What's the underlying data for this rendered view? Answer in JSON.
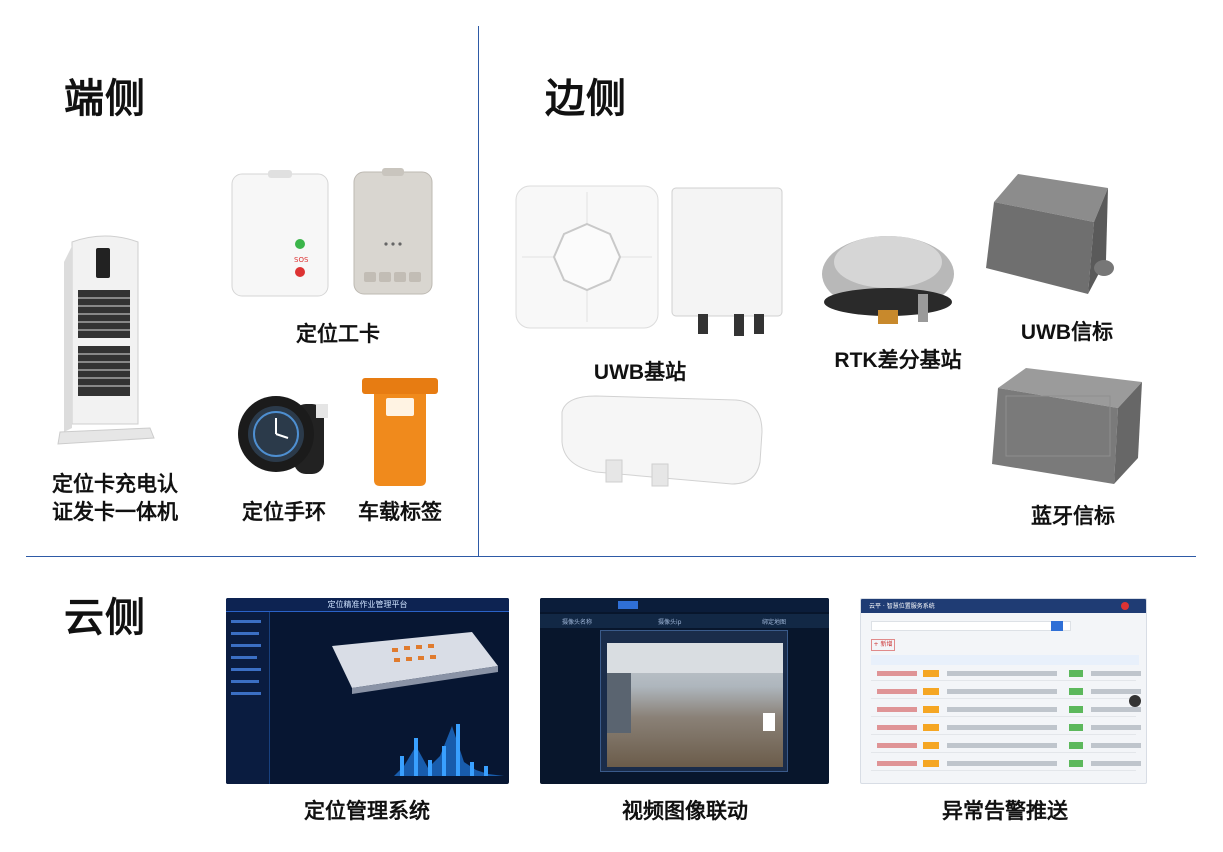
{
  "sections": {
    "terminal": "端侧",
    "edge": "边侧",
    "cloud": "云侧"
  },
  "terminal": {
    "charger_label_line1": "定位卡充电认",
    "charger_label_line2": "证发卡一体机",
    "work_card_label": "定位工卡",
    "bracelet_label": "定位手环",
    "vehicle_tag_label": "车载标签",
    "sos_text": "SOS"
  },
  "edge": {
    "uwb_station_label": "UWB基站",
    "rtk_label": "RTK差分基站",
    "uwb_beacon_label": "UWB信标",
    "bt_beacon_label": "蓝牙信标"
  },
  "cloud": {
    "system_label": "定位管理系统",
    "video_label": "视频图像联动",
    "alarm_label": "异常告警推送",
    "system_header_title": "定位精准作业管理平台",
    "alarm_header_title": "云平 · 智慧位置服务系统",
    "alarm_add_button": "+ 新增",
    "video_tab_1": "摄像头名称",
    "video_tab_2": "摄像头ip",
    "video_tab_3": "绑定地图"
  },
  "colors": {
    "divider": "#2e5aa6",
    "orange_tag": "#f08a1c",
    "dark_screen": "#071632",
    "accent_blue": "#2f6fd6"
  }
}
